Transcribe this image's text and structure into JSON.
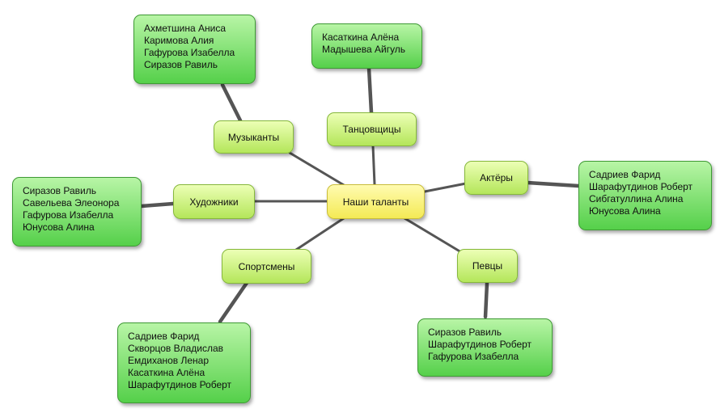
{
  "center": "Наши таланты",
  "categories": {
    "musicians": "Музыканты",
    "dancers": "Танцовщицы",
    "actors": "Актёры",
    "artists": "Художники",
    "athletes": "Спортсмены",
    "singers": "Певцы"
  },
  "lists": {
    "musicians": [
      "Ахметшина Аниса",
      "Каримова Алия",
      "Гафурова Изабелла",
      "Сиразов Равиль"
    ],
    "dancers": [
      "Касаткина Алёна",
      "Мадышева Айгуль"
    ],
    "actors": [
      "Садриев Фарид",
      "Шарафутдинов Роберт",
      "Сибгатуллина Алина",
      "Юнусова Алина"
    ],
    "artists": [
      "Сиразов Равиль",
      "Савельева Элеонора",
      "Гафурова Изабелла",
      "Юнусова Алина"
    ],
    "athletes": [
      "Садриев Фарид",
      "Скворцов Владислав",
      "Емдиханов Ленар",
      "Касаткина Алёна",
      "Шарафутдинов Роберт"
    ],
    "singers": [
      "Сиразов Равиль",
      "Шарафутдинов Роберт",
      "Гафурова Изабелла"
    ]
  },
  "colors": {
    "connector": "#555555",
    "center": "#f4ea55",
    "category": "#b4e65a",
    "list": "#55d04a"
  }
}
